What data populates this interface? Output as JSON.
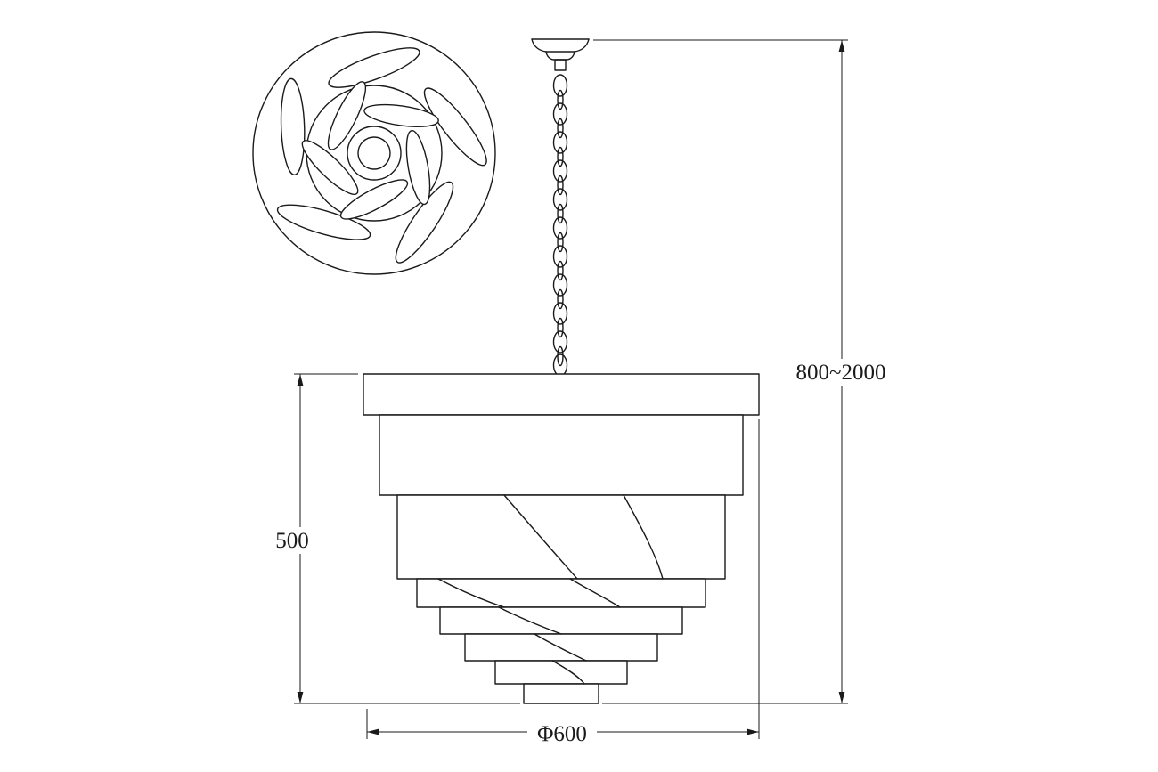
{
  "dimensions": {
    "hanging_height": "800~2000",
    "fixture_height": "500",
    "diameter": "Φ600"
  },
  "colors": {
    "line": "#1a1a1a",
    "background": "#ffffff"
  }
}
